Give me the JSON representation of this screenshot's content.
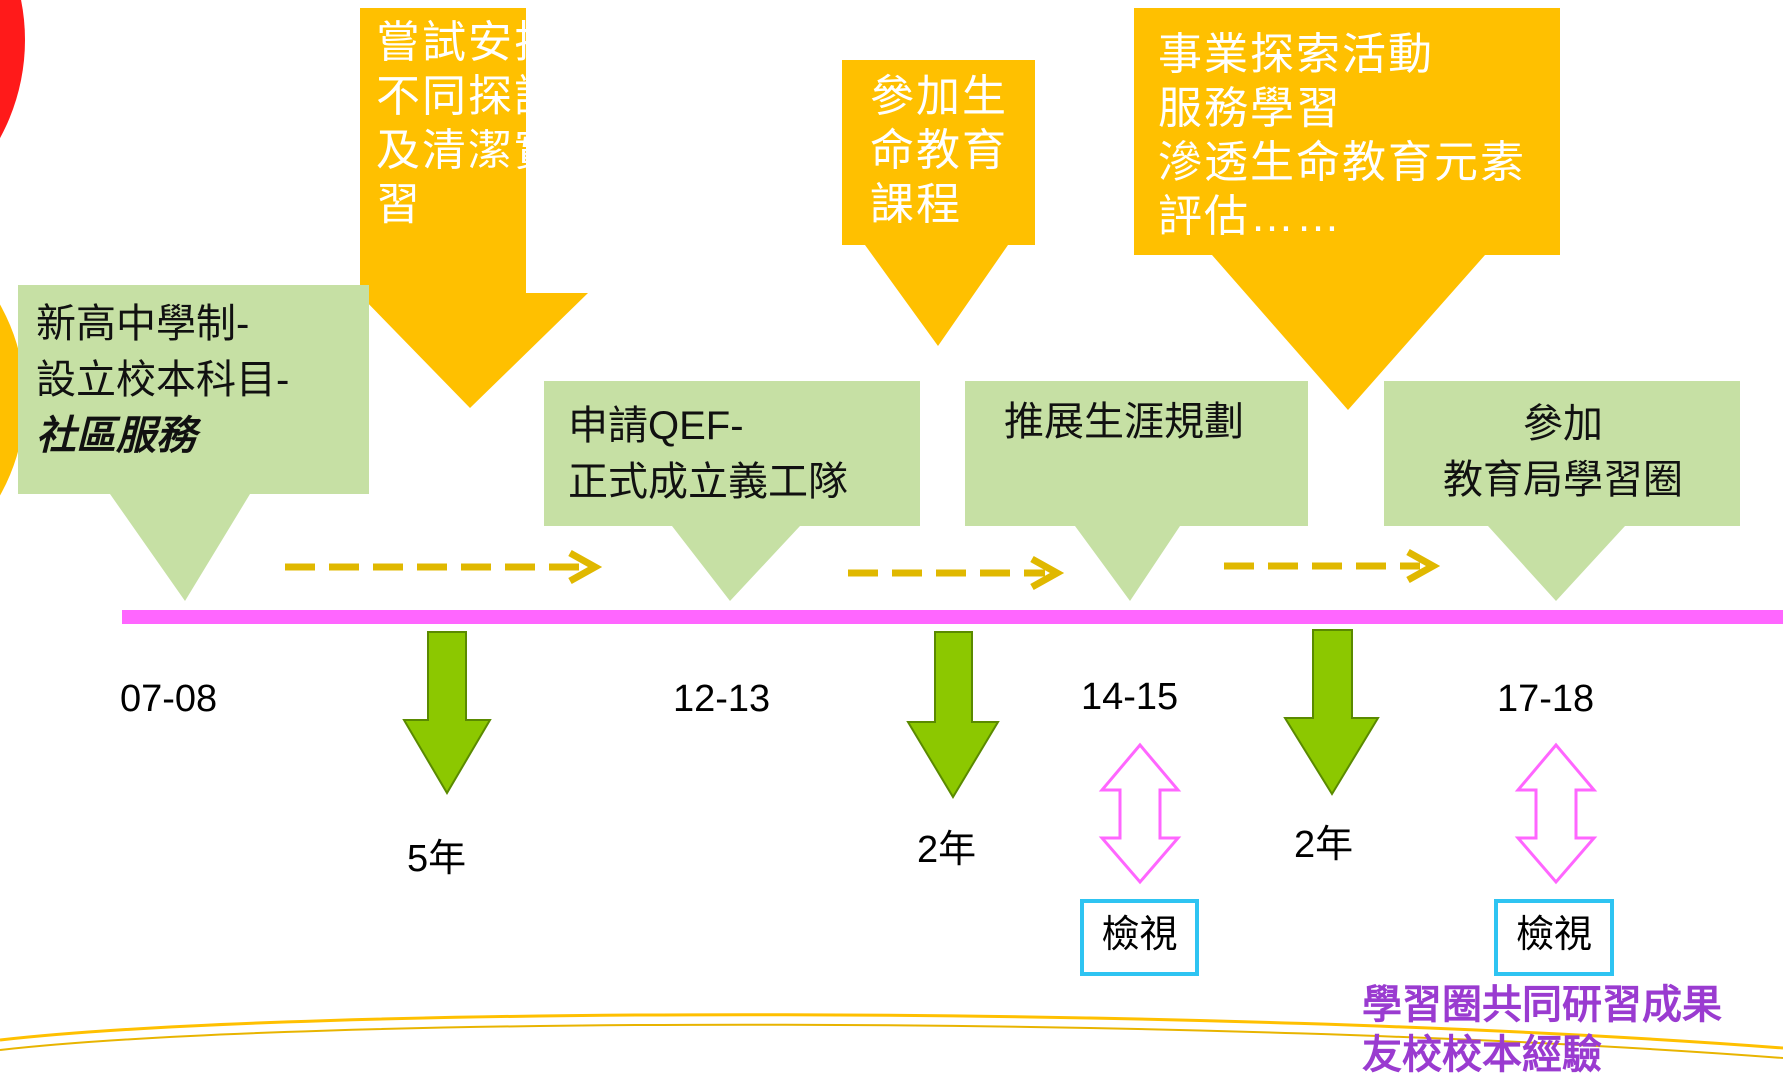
{
  "colors": {
    "yellow": "#ffc000",
    "green_box": "#c6e0a4",
    "green_arrow": "#8cc800",
    "timeline": "#ff66ff",
    "dashed_arrow": "#e0b800",
    "review_border": "#2ec4f2",
    "footnote": "#9a3bd0",
    "decor_red": "#ff1a1a"
  },
  "top_notes": [
    {
      "lines": [
        "嘗試安排",
        "不同探訪",
        "及清潔實",
        "習"
      ]
    },
    {
      "lines": [
        "參加生",
        "命教育",
        "課程"
      ]
    },
    {
      "lines": [
        "事業探索活動",
        "服務學習",
        "滲透生命教育元素",
        "評估……"
      ]
    }
  ],
  "milestones": [
    {
      "lines": [
        "新高中學制-",
        "設立校本科目-",
        "社區服務"
      ],
      "year": "07-08"
    },
    {
      "lines": [
        "申請QEF-",
        "正式成立義工隊"
      ],
      "year": "12-13"
    },
    {
      "lines": [
        "推展生涯規劃"
      ],
      "year": "14-15"
    },
    {
      "lines": [
        "參加",
        "教育局學習圈"
      ],
      "year": "17-18"
    }
  ],
  "gaps": [
    "5年",
    "2年",
    "2年"
  ],
  "reviews": [
    "檢視",
    "檢視"
  ],
  "footnote": [
    "學習圈共同研習成果",
    "友校校本經驗"
  ]
}
